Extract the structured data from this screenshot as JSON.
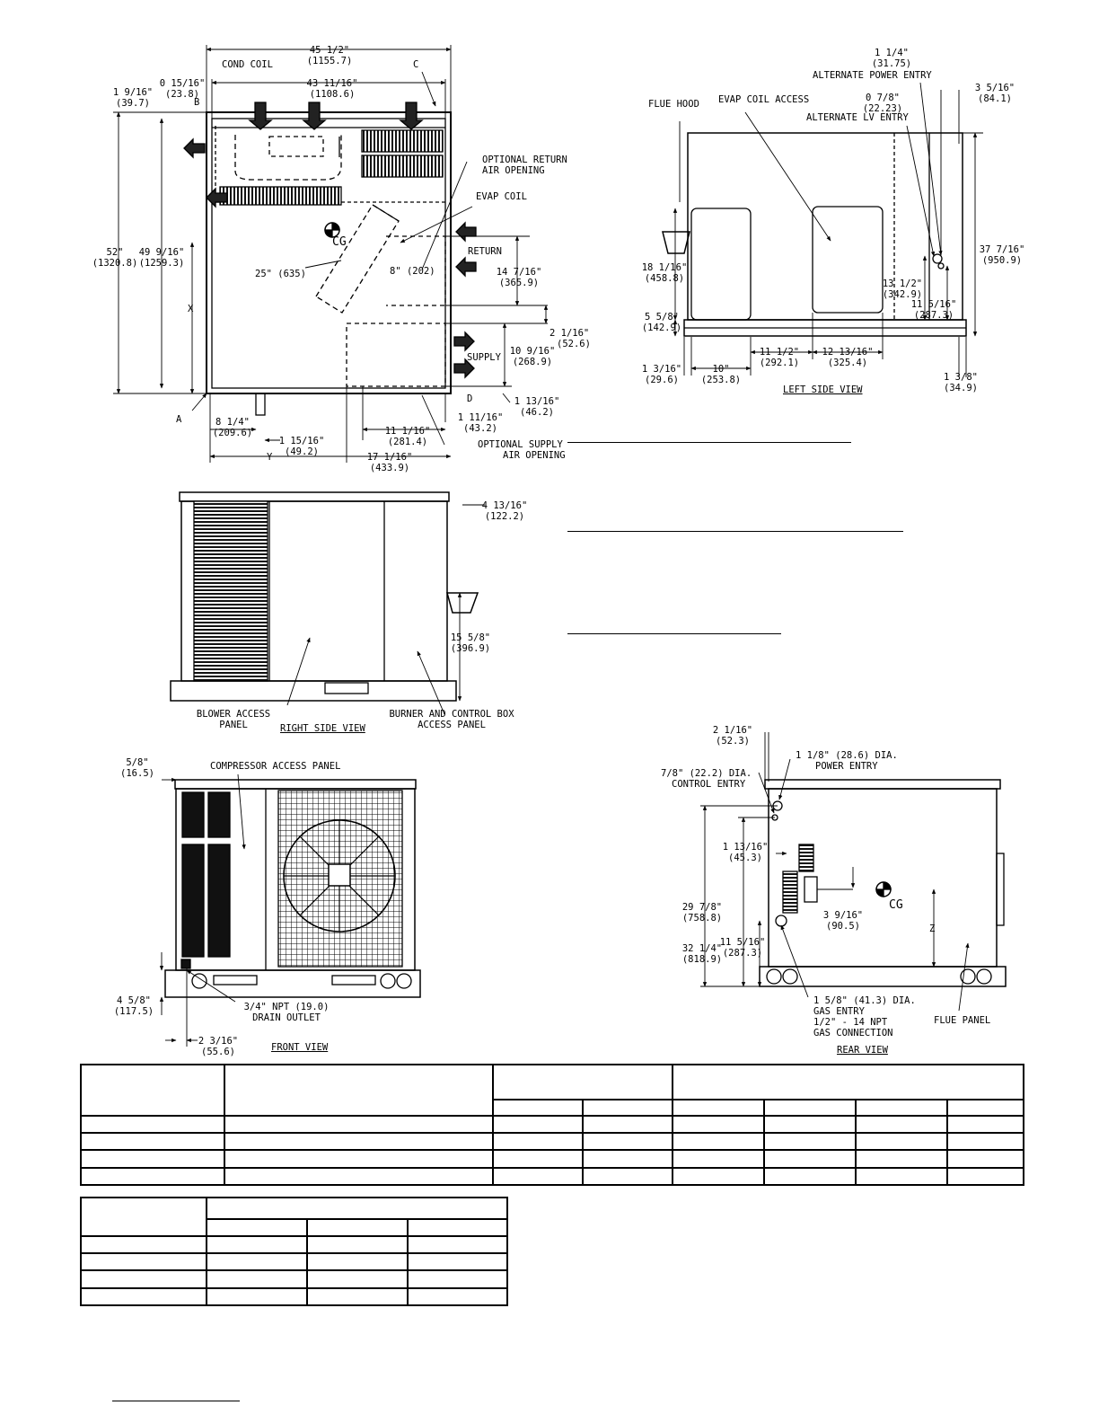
{
  "top_view": {
    "dim_overall_width": "45 1/2\"",
    "dim_overall_width_mm": "(1155.7)",
    "dim_inner_width": "43 11/16\"",
    "dim_inner_width_mm": "(1108.6)",
    "dim_left_offset": "0 15/16\"",
    "dim_left_offset_mm": "(23.8)",
    "dim_top_offset": "1 9/16\"",
    "dim_top_offset_mm": "(39.7)",
    "dim_overall_depth": "52\"",
    "dim_overall_depth_mm": "(1320.8)",
    "dim_inner_depth": "49 9/16\"",
    "dim_inner_depth_mm": "(1259.3)",
    "dim_return_height": "14 7/16\"",
    "dim_return_height_mm": "(365.9)",
    "dim_gap": "2 1/16\"",
    "dim_gap_mm": "(52.6)",
    "dim_supply_height": "10 9/16\"",
    "dim_supply_height_mm": "(268.9)",
    "dim_bottom_supply": "1 13/16\"",
    "dim_bottom_supply_mm": "(46.2)",
    "dim_right_edge": "1 11/16\"",
    "dim_right_edge_mm": "(43.2)",
    "dim_supply_width": "11 1/16\"",
    "dim_supply_width_mm": "(281.4)",
    "dim_supply_offset": "17 1/16\"",
    "dim_supply_offset_mm": "(433.9)",
    "dim_leg_offset": "8 1/4\"",
    "dim_leg_offset_mm": "(209.6)",
    "dim_leg_width": "1 15/16\"",
    "dim_leg_width_mm": "(49.2)",
    "dim_evap_diag": "25\" (635)",
    "dim_return_gap": "8\" (202)",
    "label_cond_coil": "COND COIL",
    "label_evap_coil": "EVAP COIL",
    "label_optional_return": "OPTIONAL RETURN",
    "label_optional_return_2": "AIR OPENING",
    "label_return": "RETURN",
    "label_supply": "SUPPLY",
    "label_optional_supply": "OPTIONAL SUPPLY",
    "label_optional_supply_2": "AIR OPENING",
    "label_cg": "CG",
    "corner_a": "A",
    "corner_b": "B",
    "corner_c": "C",
    "corner_d": "D",
    "var_x": "X",
    "var_y": "Y"
  },
  "left_side_view": {
    "title": "LEFT SIDE VIEW",
    "label_flue_hood": "FLUE HOOD",
    "label_evap_access": "EVAP COIL ACCESS",
    "label_alt_power": "ALTERNATE POWER ENTRY",
    "label_alt_lv": "ALTERNATE LV ENTRY",
    "dim_power": "1 1/4\"",
    "dim_power_mm": "(31.75)",
    "dim_lv": "0 7/8\"",
    "dim_lv_mm": "(22.23)",
    "dim_right": "3 5/16\"",
    "dim_right_mm": "(84.1)",
    "dim_height": "37 7/16\"",
    "dim_height_mm": "(950.9)",
    "dim_flue": "18 1/16\"",
    "dim_flue_mm": "(458.8)",
    "dim_base": "5 5/8\"",
    "dim_base_mm": "(142.9)",
    "dim_lv_height": "13 1/2\"",
    "dim_lv_height_mm": "(342.9)",
    "dim_power_height": "11 5/16\"",
    "dim_power_height_mm": "(287.3)",
    "dim_left_edge": "1 3/16\"",
    "dim_left_edge_mm": "(29.6)",
    "dim_ten": "10\"",
    "dim_ten_mm": "(253.8)",
    "dim_eleven": "11 1/2\"",
    "dim_eleven_mm": "(292.1)",
    "dim_twelve": "12 13/16\"",
    "dim_twelve_mm": "(325.4)",
    "dim_right_edge": "1 3/8\"",
    "dim_right_edge_mm": "(34.9)"
  },
  "right_side_view": {
    "title": "RIGHT SIDE VIEW",
    "label_blower_1": "BLOWER ACCESS",
    "label_blower_2": "PANEL",
    "label_burner_1": "BURNER AND CONTROL BOX",
    "label_burner_2": "ACCESS PANEL",
    "dim_top": "4 13/16\"",
    "dim_top_mm": "(122.2)",
    "dim_hood": "15 5/8\"",
    "dim_hood_mm": "(396.9)"
  },
  "front_view": {
    "title": "FRONT VIEW",
    "label_compressor": "COMPRESSOR ACCESS PANEL",
    "label_drain_1": "3/4\" NPT (19.0)",
    "label_drain_2": "DRAIN OUTLET",
    "dim_top": "5/8\"",
    "dim_top_mm": "(16.5)",
    "dim_drain_h": "4 5/8\"",
    "dim_drain_h_mm": "(117.5)",
    "dim_drain_w": "2 3/16\"",
    "dim_drain_w_mm": "(55.6)"
  },
  "rear_view": {
    "title": "REAR VIEW",
    "dim_top": "2 1/16\"",
    "dim_top_mm": "(52.3)",
    "label_power_1": "1 1/8\" (28.6) DIA.",
    "label_power_2": "POWER ENTRY",
    "label_control_1": "7/8\" (22.2) DIA.",
    "label_control_2": "CONTROL ENTRY",
    "dim_small": "1 13/16\"",
    "dim_small_mm": "(45.3)",
    "dim_29": "29 7/8\"",
    "dim_29_mm": "(758.8)",
    "dim_32": "32 1/4\"",
    "dim_32_mm": "(818.9)",
    "dim_11": "11 5/16\"",
    "dim_11_mm": "(287.3)",
    "dim_3": "3 9/16\"",
    "dim_3_mm": "(90.5)",
    "label_gas_1": "1 5/8\" (41.3) DIA.",
    "label_gas_2": "GAS ENTRY",
    "label_gas_3": "1/2\" - 14 NPT",
    "label_gas_4": "GAS CONNECTION",
    "label_flue_panel": "FLUE PANEL",
    "label_cg": "CG",
    "var_z": "Z"
  }
}
